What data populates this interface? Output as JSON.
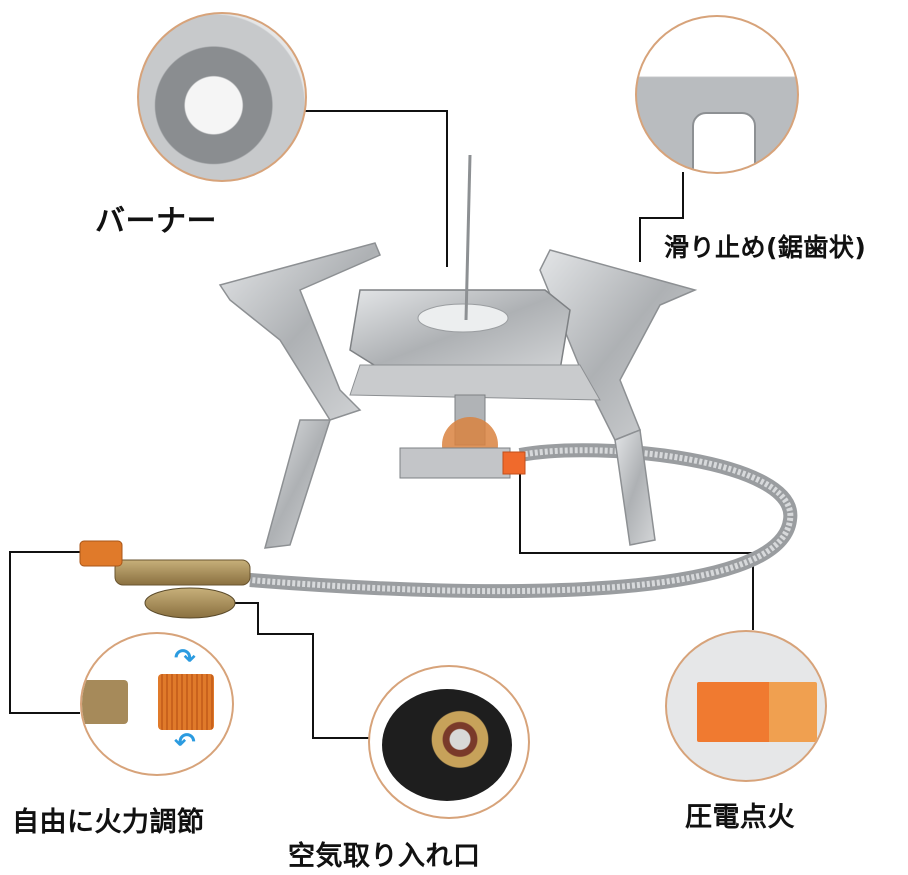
{
  "diagram": {
    "subject": "portable camping gas stove",
    "labels": {
      "burner": "バーナー",
      "anti_slip": "滑り止め(鋸歯状)",
      "flame_adjust": "自由に火力調節",
      "air_intake": "空気取り入れ口",
      "piezo_ignition": "圧電点火"
    },
    "callouts": [
      {
        "id": "burner",
        "label": "バーナー",
        "icon": "burner-closeup"
      },
      {
        "id": "anti_slip",
        "label": "滑り止め(鋸歯状)",
        "icon": "serrated-edge-closeup"
      },
      {
        "id": "flame_adjust",
        "label": "自由に火力調節",
        "icon": "valve-knob-closeup"
      },
      {
        "id": "air_intake",
        "label": "空気取り入れ口",
        "icon": "canister-connector-closeup"
      },
      {
        "id": "piezo_ignition",
        "label": "圧電点火",
        "icon": "igniter-button-closeup"
      }
    ],
    "colors": {
      "circle_border": "#d7a37a",
      "connector_line": "#111111",
      "knob_orange": "#e07a2a",
      "igniter_orange": "#f07a30",
      "steel": "#b9bcbf",
      "brass": "#a68a5a",
      "rotate_arrow": "#2b9be0"
    }
  }
}
